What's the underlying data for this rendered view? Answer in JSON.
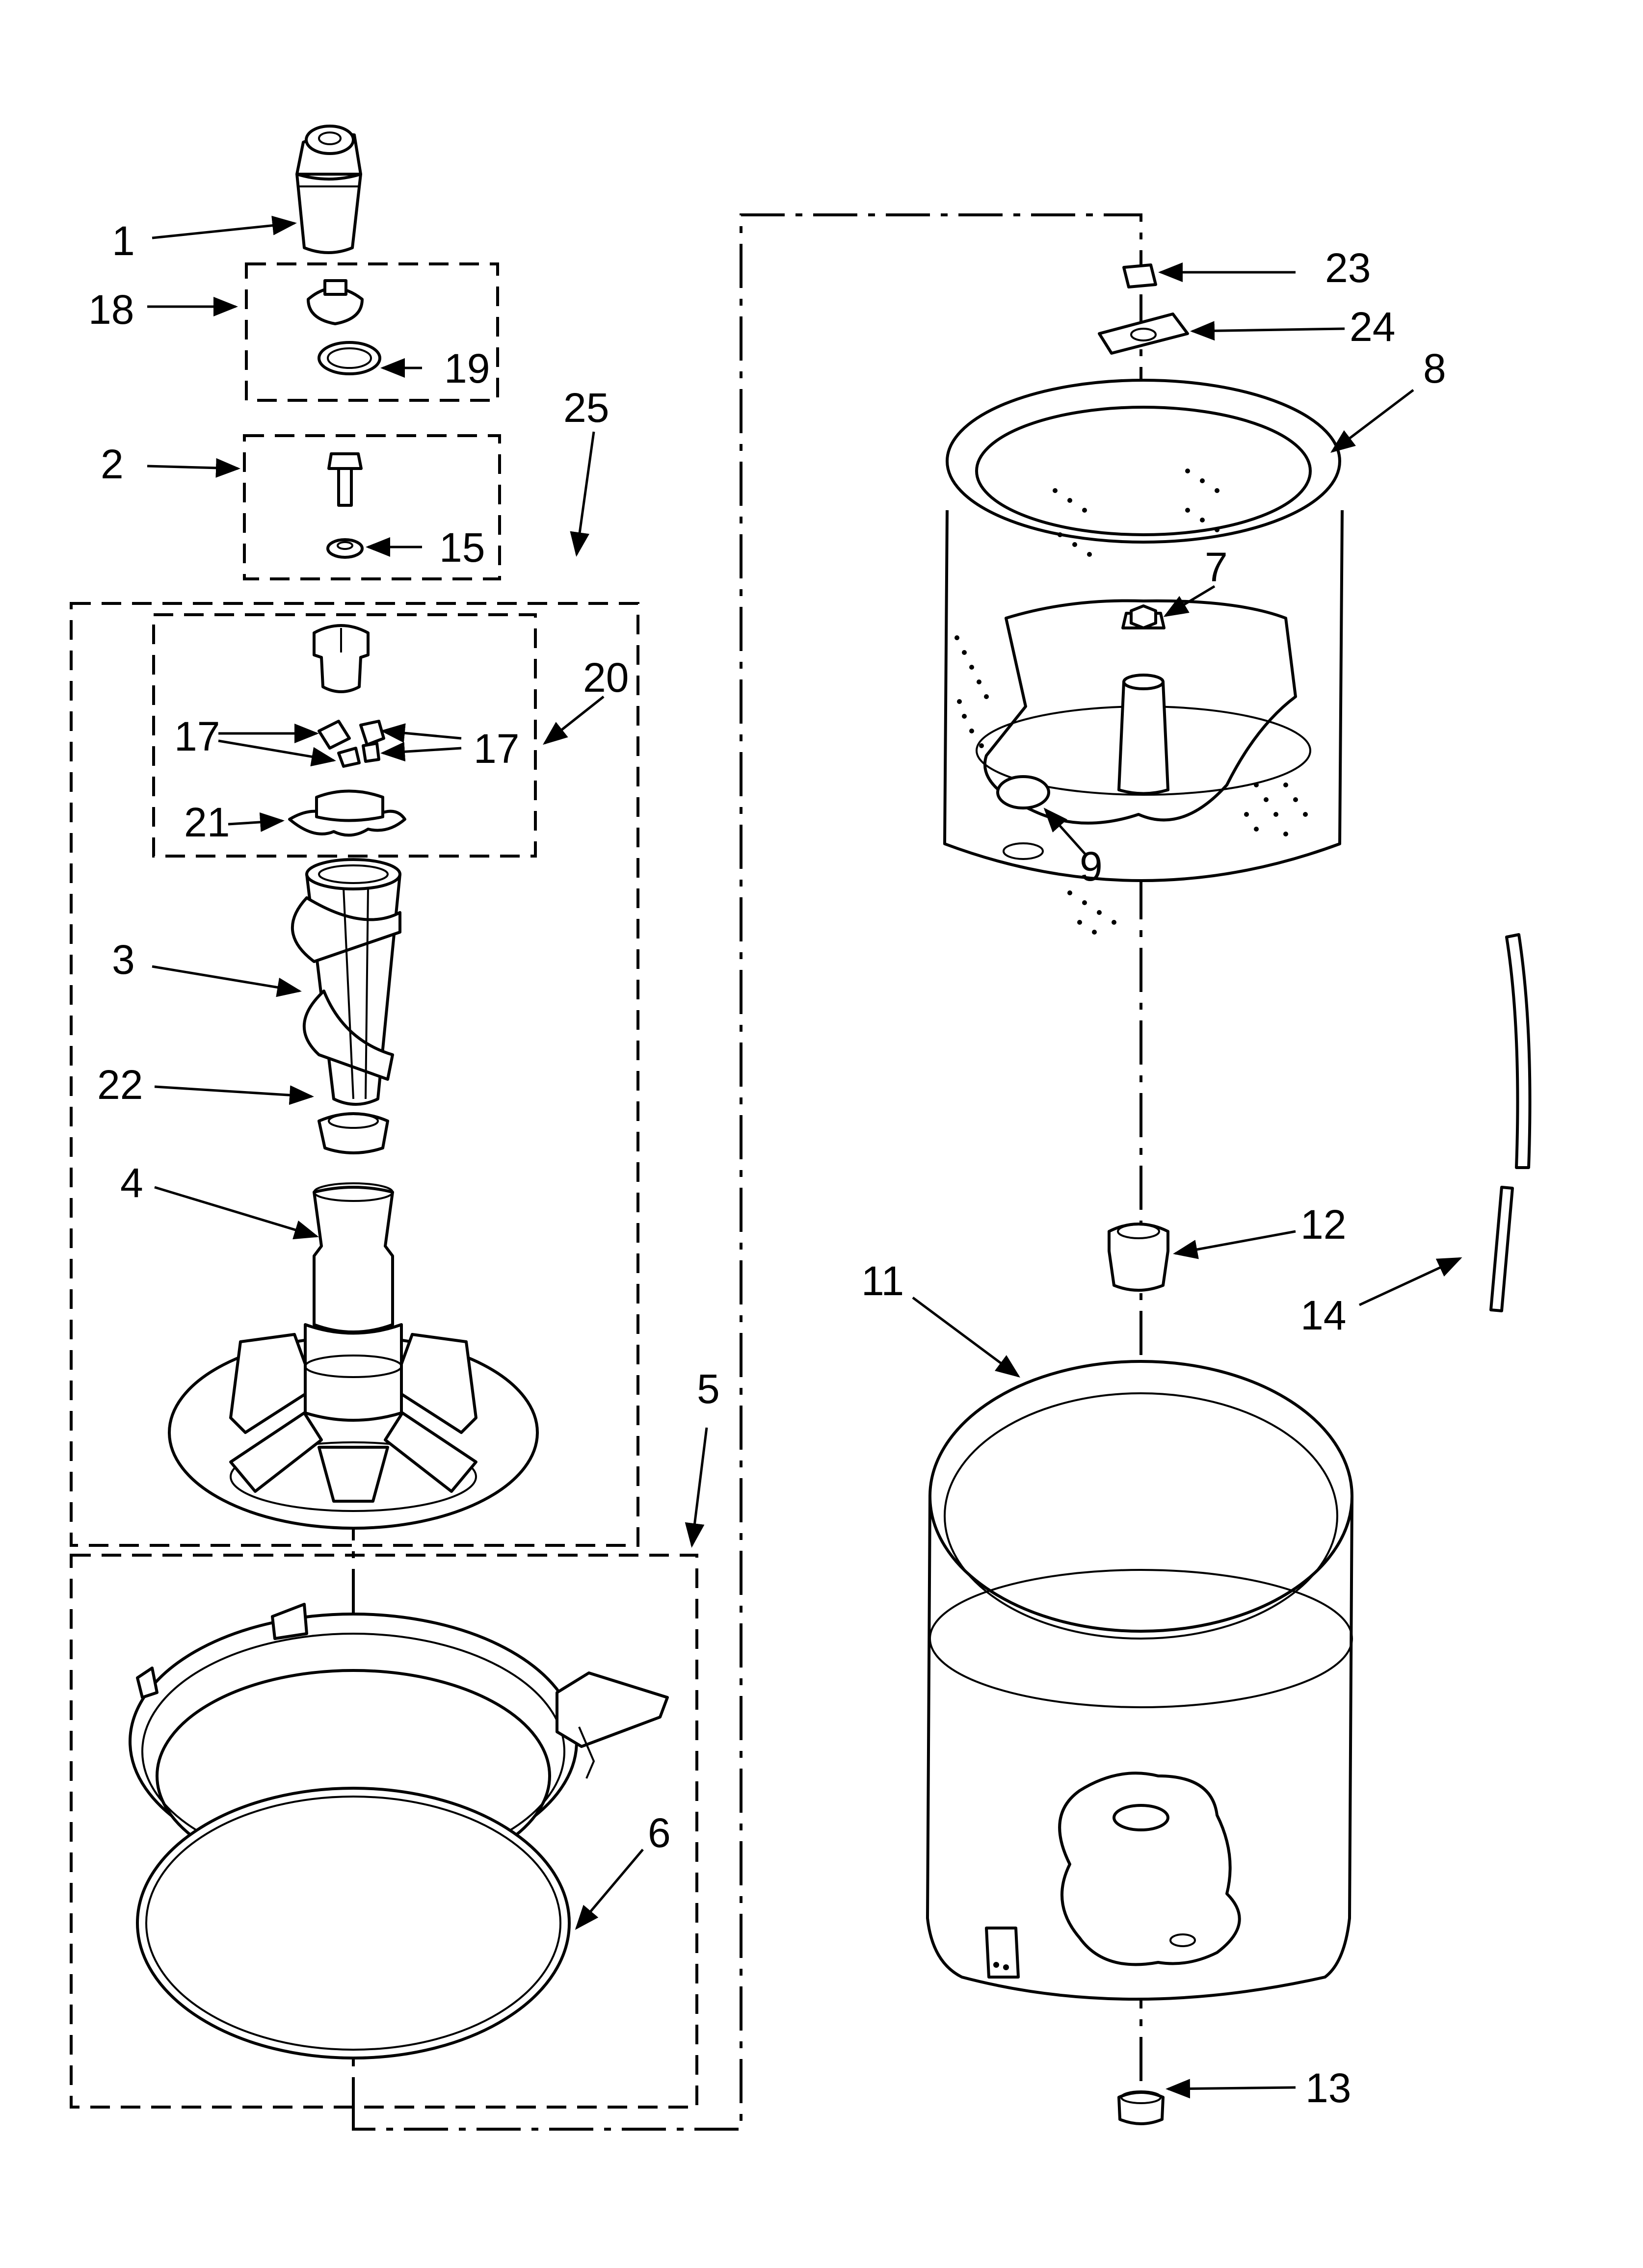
{
  "callouts": {
    "c1": "1",
    "c2": "2",
    "c3": "3",
    "c4": "4",
    "c5": "5",
    "c6": "6",
    "c7": "7",
    "c8": "8",
    "c9": "9",
    "c11": "11",
    "c12": "12",
    "c13": "13",
    "c14": "14",
    "c15": "15",
    "c17a": "17",
    "c17b": "17",
    "c18": "18",
    "c19": "19",
    "c20": "20",
    "c21": "21",
    "c22": "22",
    "c23": "23",
    "c24": "24",
    "c25": "25"
  }
}
